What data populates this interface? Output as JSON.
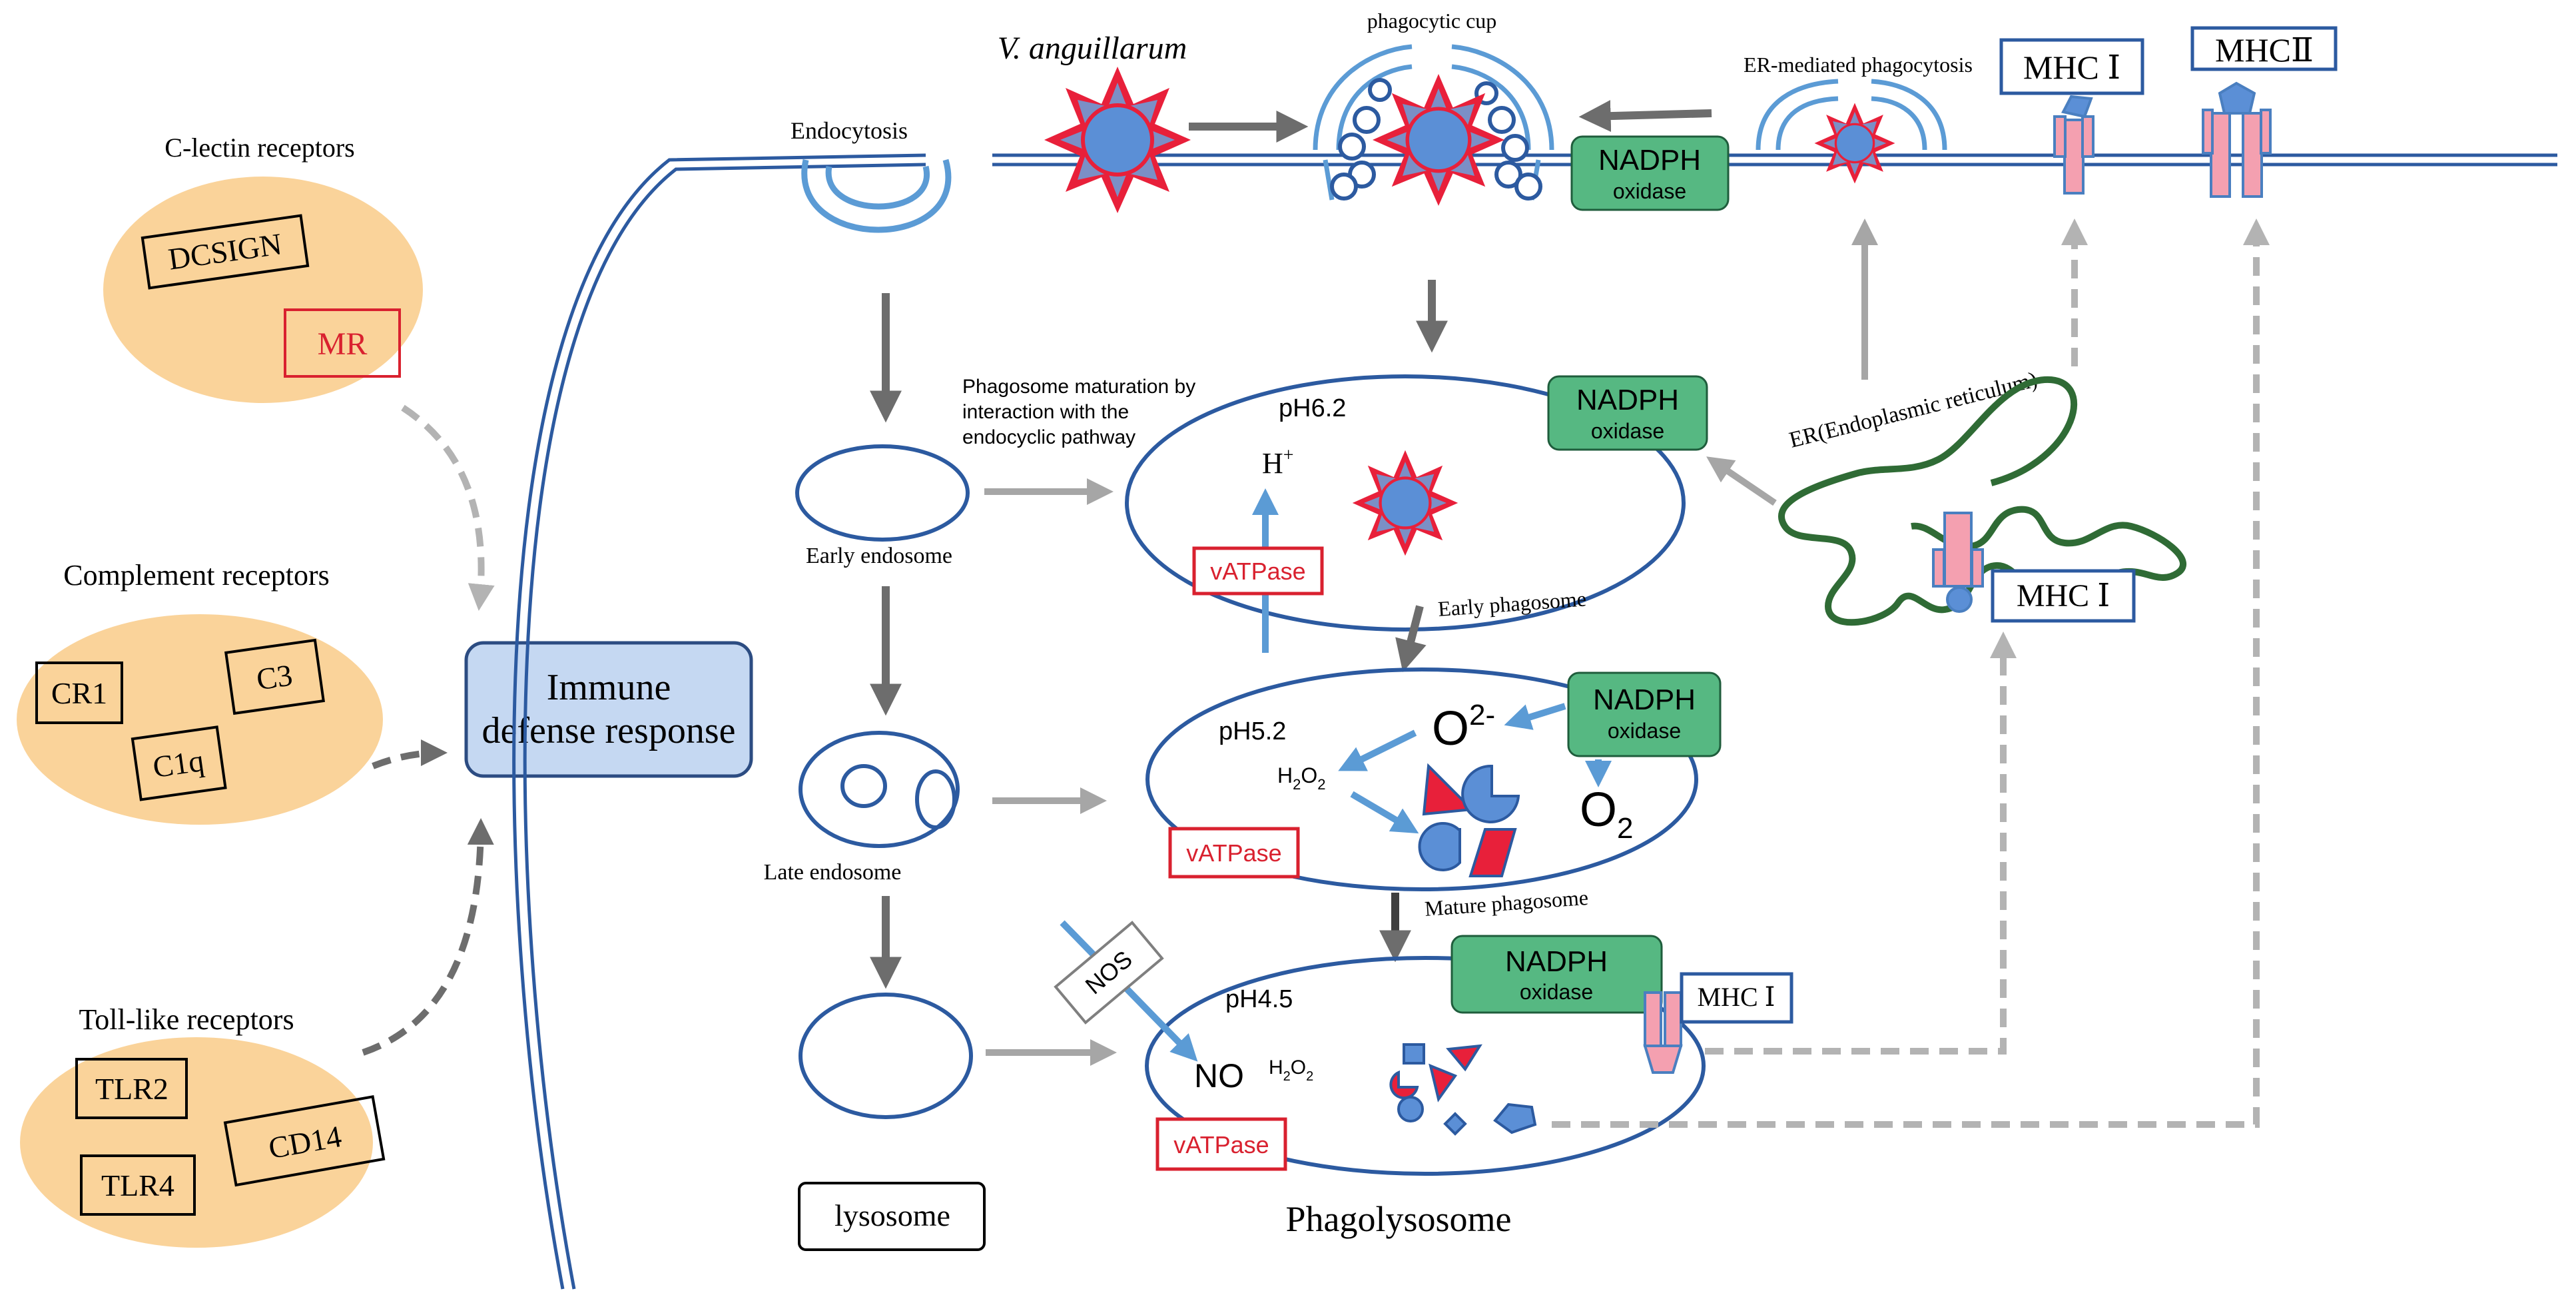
{
  "receptors": {
    "c_lectin": {
      "title": "C-lectin receptors",
      "items": [
        "DCSIGN",
        "MR"
      ]
    },
    "complement": {
      "title": "Complement receptors",
      "items": [
        "CR1",
        "C3",
        "C1q"
      ]
    },
    "toll_like": {
      "title": "Toll-like receptors",
      "items": [
        "TLR2",
        "TLR4",
        "CD14"
      ]
    }
  },
  "immune_box": {
    "line1": "Immune",
    "line2": "defense response"
  },
  "membrane_labels": {
    "endocytosis": "Endocytosis",
    "pathogen": "V. anguillarum",
    "phagocytic_cup": "phagocytic cup",
    "er_mediated": "ER-mediated phagocytosis",
    "mhc1_top": "MHC Ⅰ",
    "mhc2_top": "MHCⅡ"
  },
  "nadph": {
    "line1": "NADPH",
    "line2": "oxidase"
  },
  "endosomes": {
    "early": "Early endosome",
    "late": "Late endosome",
    "lysosome": "lysosome"
  },
  "maturation": {
    "line1": "Phagosome maturation by",
    "line2": "interaction with the",
    "line3": "endocyclic pathway"
  },
  "phagosomes": {
    "early": {
      "ph": "pH6.2",
      "label": "Early phagosome",
      "vatpase": "vATPase",
      "proton": "H",
      "proton_sup": "+"
    },
    "mature": {
      "ph": "pH5.2",
      "label": "Mature phagosome",
      "vatpase": "vATPase",
      "superoxide": "O",
      "superoxide_sup": "2-",
      "h2o2": "H",
      "h2o2_sub": "2",
      "h2o2_end": "O",
      "h2o2_sub2": "2",
      "oxygen": "O",
      "oxygen_sub": "2"
    },
    "phagolysosome": {
      "ph": "pH4.5",
      "label": "Phagolysosome",
      "vatpase": "vATPase",
      "no": "NO",
      "h2o2": "H",
      "h2o2_sub": "2",
      "h2o2_end": "O",
      "h2o2_sub2": "2",
      "nos": "NOS",
      "mhc": "MHC Ⅰ"
    }
  },
  "er": {
    "label": "ER(Endoplasmic reticulum)",
    "mhc": "MHC Ⅰ"
  },
  "colors": {
    "membrane_blue": "#3c64a6",
    "light_blue": "#5b9bd5",
    "pathogen_red": "#e8203a",
    "nadph_green": "#56b882",
    "receptor_orange": "#fad39a",
    "immune_fill": "#c5d8f2",
    "er_green": "#2f6b35",
    "mhc_pink": "#f4a0b0",
    "arrow_gray": "#7f7f7f",
    "dashed_gray": "#b3b3b3"
  }
}
